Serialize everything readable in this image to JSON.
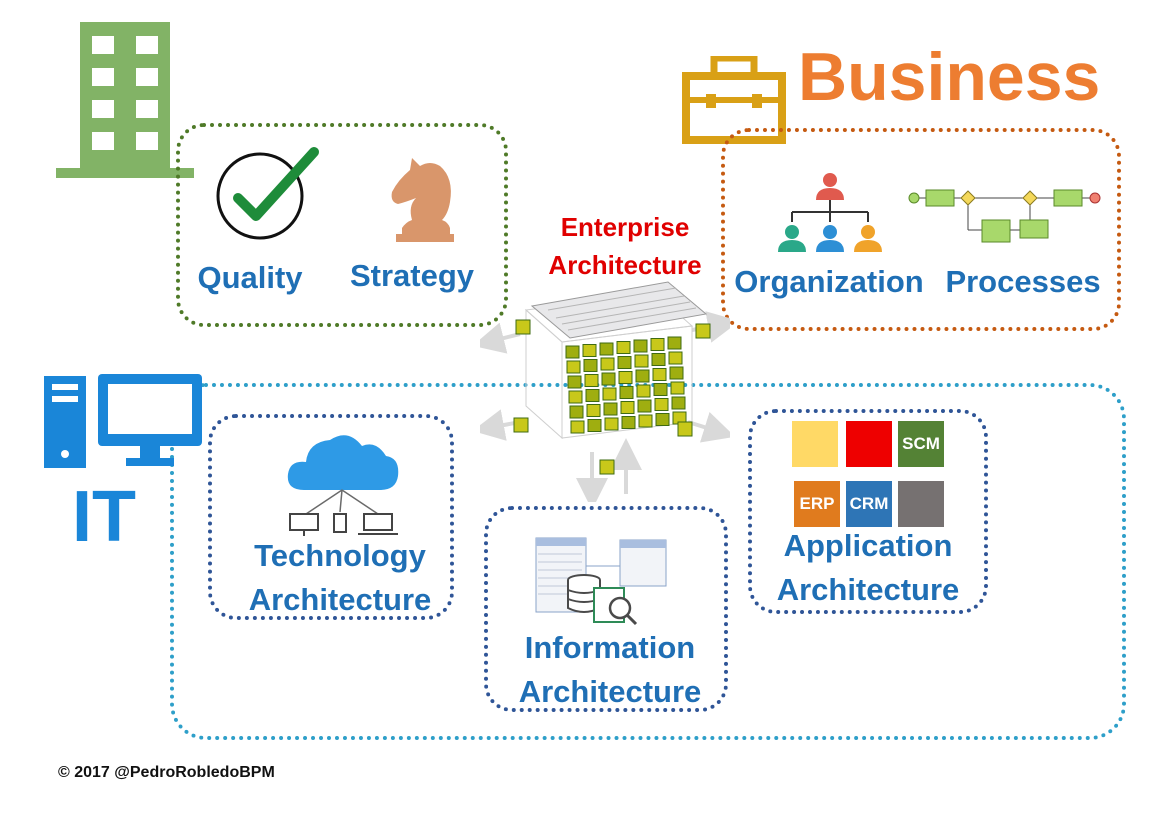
{
  "colors": {
    "quality_box": "#4f7a28",
    "business_box": "#c55a11",
    "it_box": "#2e9fc9",
    "inner_box": "#2f5597",
    "label_blue": "#1f6fb5",
    "business_orange": "#ed7d31",
    "center_red": "#e00000",
    "building_green": "#82b366",
    "briefcase_gold": "#d9a016",
    "it_blue": "#1a86d8"
  },
  "business": {
    "title": "Business"
  },
  "it": {
    "title": "IT"
  },
  "top_left": {
    "quality": "Quality",
    "strategy": "Strategy"
  },
  "top_right": {
    "organization": "Organization",
    "processes": "Processes"
  },
  "center": {
    "line1": "Enterprise",
    "line2": "Architecture"
  },
  "technology": {
    "line1": "Technology",
    "line2": "Architecture"
  },
  "information": {
    "line1": "Information",
    "line2": "Architecture"
  },
  "application": {
    "line1": "Application",
    "line2": "Architecture",
    "tiles": [
      {
        "label": "",
        "color": "#ffd966"
      },
      {
        "label": "",
        "color": "#ee0000"
      },
      {
        "label": "SCM",
        "color": "#548235"
      },
      {
        "label": "ERP",
        "color": "#e07b1e"
      },
      {
        "label": "CRM",
        "color": "#2e75b6"
      },
      {
        "label": "",
        "color": "#767171"
      }
    ]
  },
  "footer": {
    "copyright": "© 2017 @PedroRobledoBPM"
  }
}
